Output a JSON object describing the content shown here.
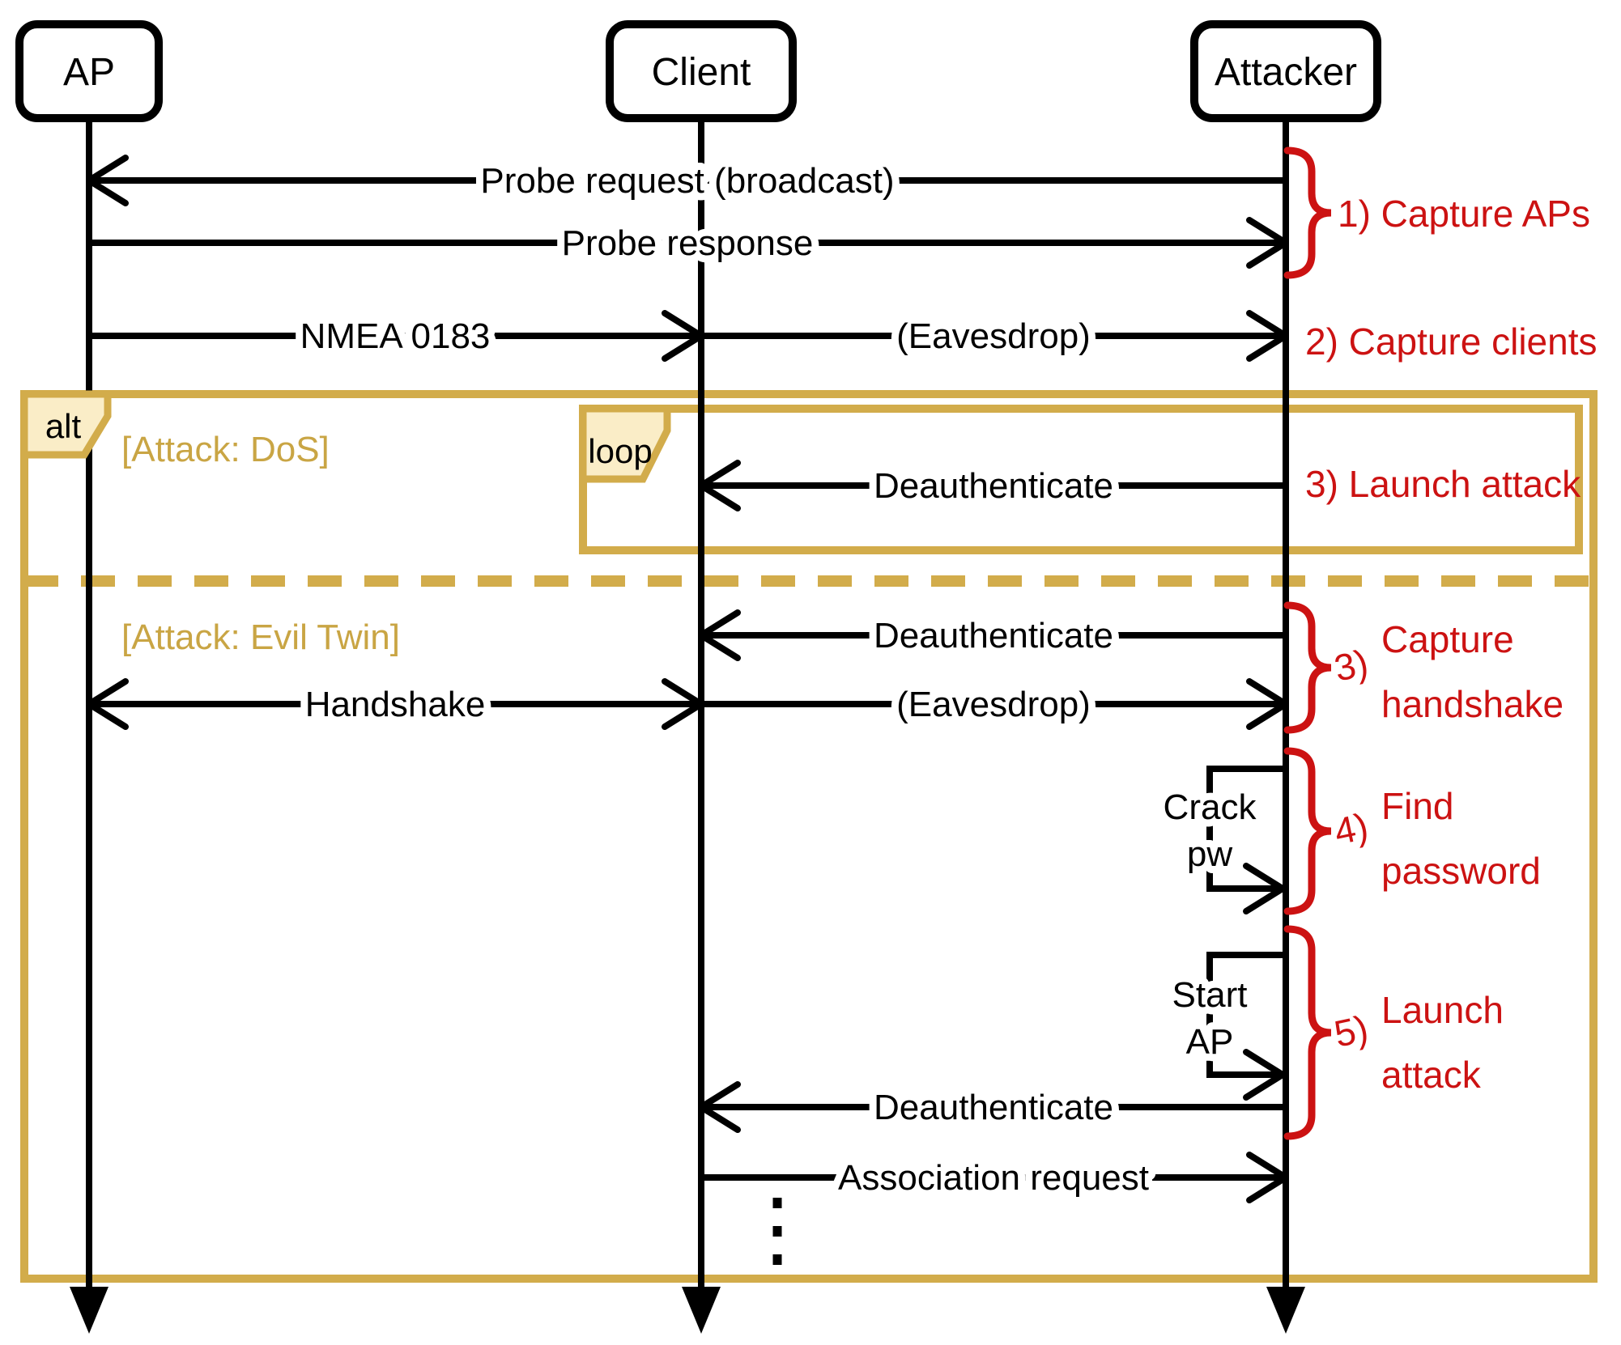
{
  "colors": {
    "frame_gold": "#D2AC4B",
    "label_cream": "#FAEDC7",
    "annotation_red": "#CC1212",
    "line_black": "#000000"
  },
  "actors": [
    {
      "name": "AP"
    },
    {
      "name": "Client"
    },
    {
      "name": "Attacker"
    }
  ],
  "fragments": {
    "alt_operator": "alt",
    "alt_guard_dos": "[Attack: DoS]",
    "alt_guard_evil_twin": "[Attack: Evil Twin]",
    "loop_operator": "loop"
  },
  "messages": {
    "probe_request": "Probe request (broadcast)",
    "probe_response": "Probe response",
    "nmea": "NMEA 0183",
    "eavesdrop_1": "(Eavesdrop)",
    "deauth_loop": "Deauthenticate",
    "deauth_evil": "Deauthenticate",
    "handshake": "Handshake",
    "eavesdrop_2": "(Eavesdrop)",
    "deauth_final": "Deauthenticate",
    "assoc_request": "Association request"
  },
  "self_messages": {
    "crack": {
      "line1": "Crack",
      "line2": "pw"
    },
    "start_ap": {
      "line1": "Start",
      "line2": "AP"
    }
  },
  "annotations": {
    "step1": {
      "label": "1) Capture APs"
    },
    "step2": {
      "label": "2) Capture clients"
    },
    "step3_dos": {
      "label": "3) Launch attack"
    },
    "step3_evil": {
      "num": "3)",
      "line1": "Capture",
      "line2": "handshake"
    },
    "step4": {
      "num": "4)",
      "line1": "Find",
      "line2": "password"
    },
    "step5": {
      "num": "5)",
      "line1": "Launch",
      "line2": "attack"
    }
  }
}
